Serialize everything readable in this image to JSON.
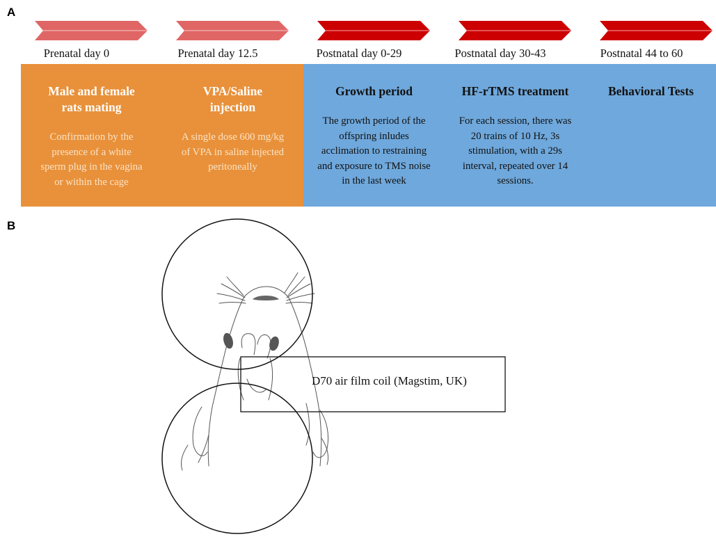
{
  "panel_a": {
    "letter": "A",
    "stages": [
      {
        "label": "Prenatal day 0",
        "title": "Male and female rats mating",
        "description": "Confirmation by the presence of a white sperm plug in the vagina or within the cage",
        "arrow_color": "#e06666",
        "box_color": "#e8913a"
      },
      {
        "label": "Prenatal day 12.5",
        "title": "VPA/Saline injection",
        "description": "A single dose 600 mg/kg of VPA in saline injected peritoneally",
        "arrow_color": "#e06666",
        "box_color": "#e8913a"
      },
      {
        "label": "Postnatal day 0-29",
        "title": "Growth period",
        "description": "The growth period of the offspring inludes acclimation to restraining and exposure to TMS noise in the last week",
        "arrow_color": "#cc0000",
        "box_color": "#6fa8dc"
      },
      {
        "label": "Postnatal day 30-43",
        "title": "HF-rTMS treatment",
        "description": "For each session, there was 20 trains of 10 Hz, 3s stimulation, with a 29s interval, repeated over 14 sessions.",
        "arrow_color": "#cc0000",
        "box_color": "#6fa8dc"
      },
      {
        "label": "Postnatal 44 to 60",
        "title": "Behavioral Tests",
        "description": "",
        "arrow_color": "#cc0000",
        "box_color": "#6fa8dc"
      }
    ]
  },
  "panel_b": {
    "letter": "B",
    "callout": "D70 air film coil (Magstim, UK)",
    "illustration": "rat-head-with-figure-eight-coil"
  }
}
